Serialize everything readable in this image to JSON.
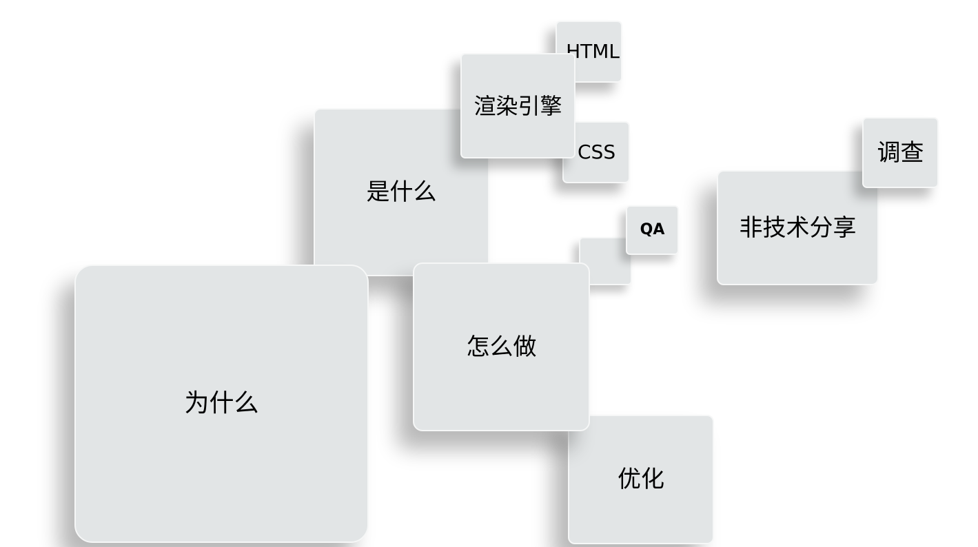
{
  "tiles": {
    "why": "为什么",
    "what": "是什么",
    "how": "怎么做",
    "optimize": "优化",
    "html": "HTML",
    "render_engine": "渲染引擎",
    "css": "CSS",
    "qa": "QA",
    "non_tech_share": "非技术分享",
    "survey": "调查"
  },
  "colors": {
    "tile_fill": "#e2e5e6",
    "tile_border": "#f6f7f7",
    "background": "#ffffff",
    "text": "#000000"
  }
}
